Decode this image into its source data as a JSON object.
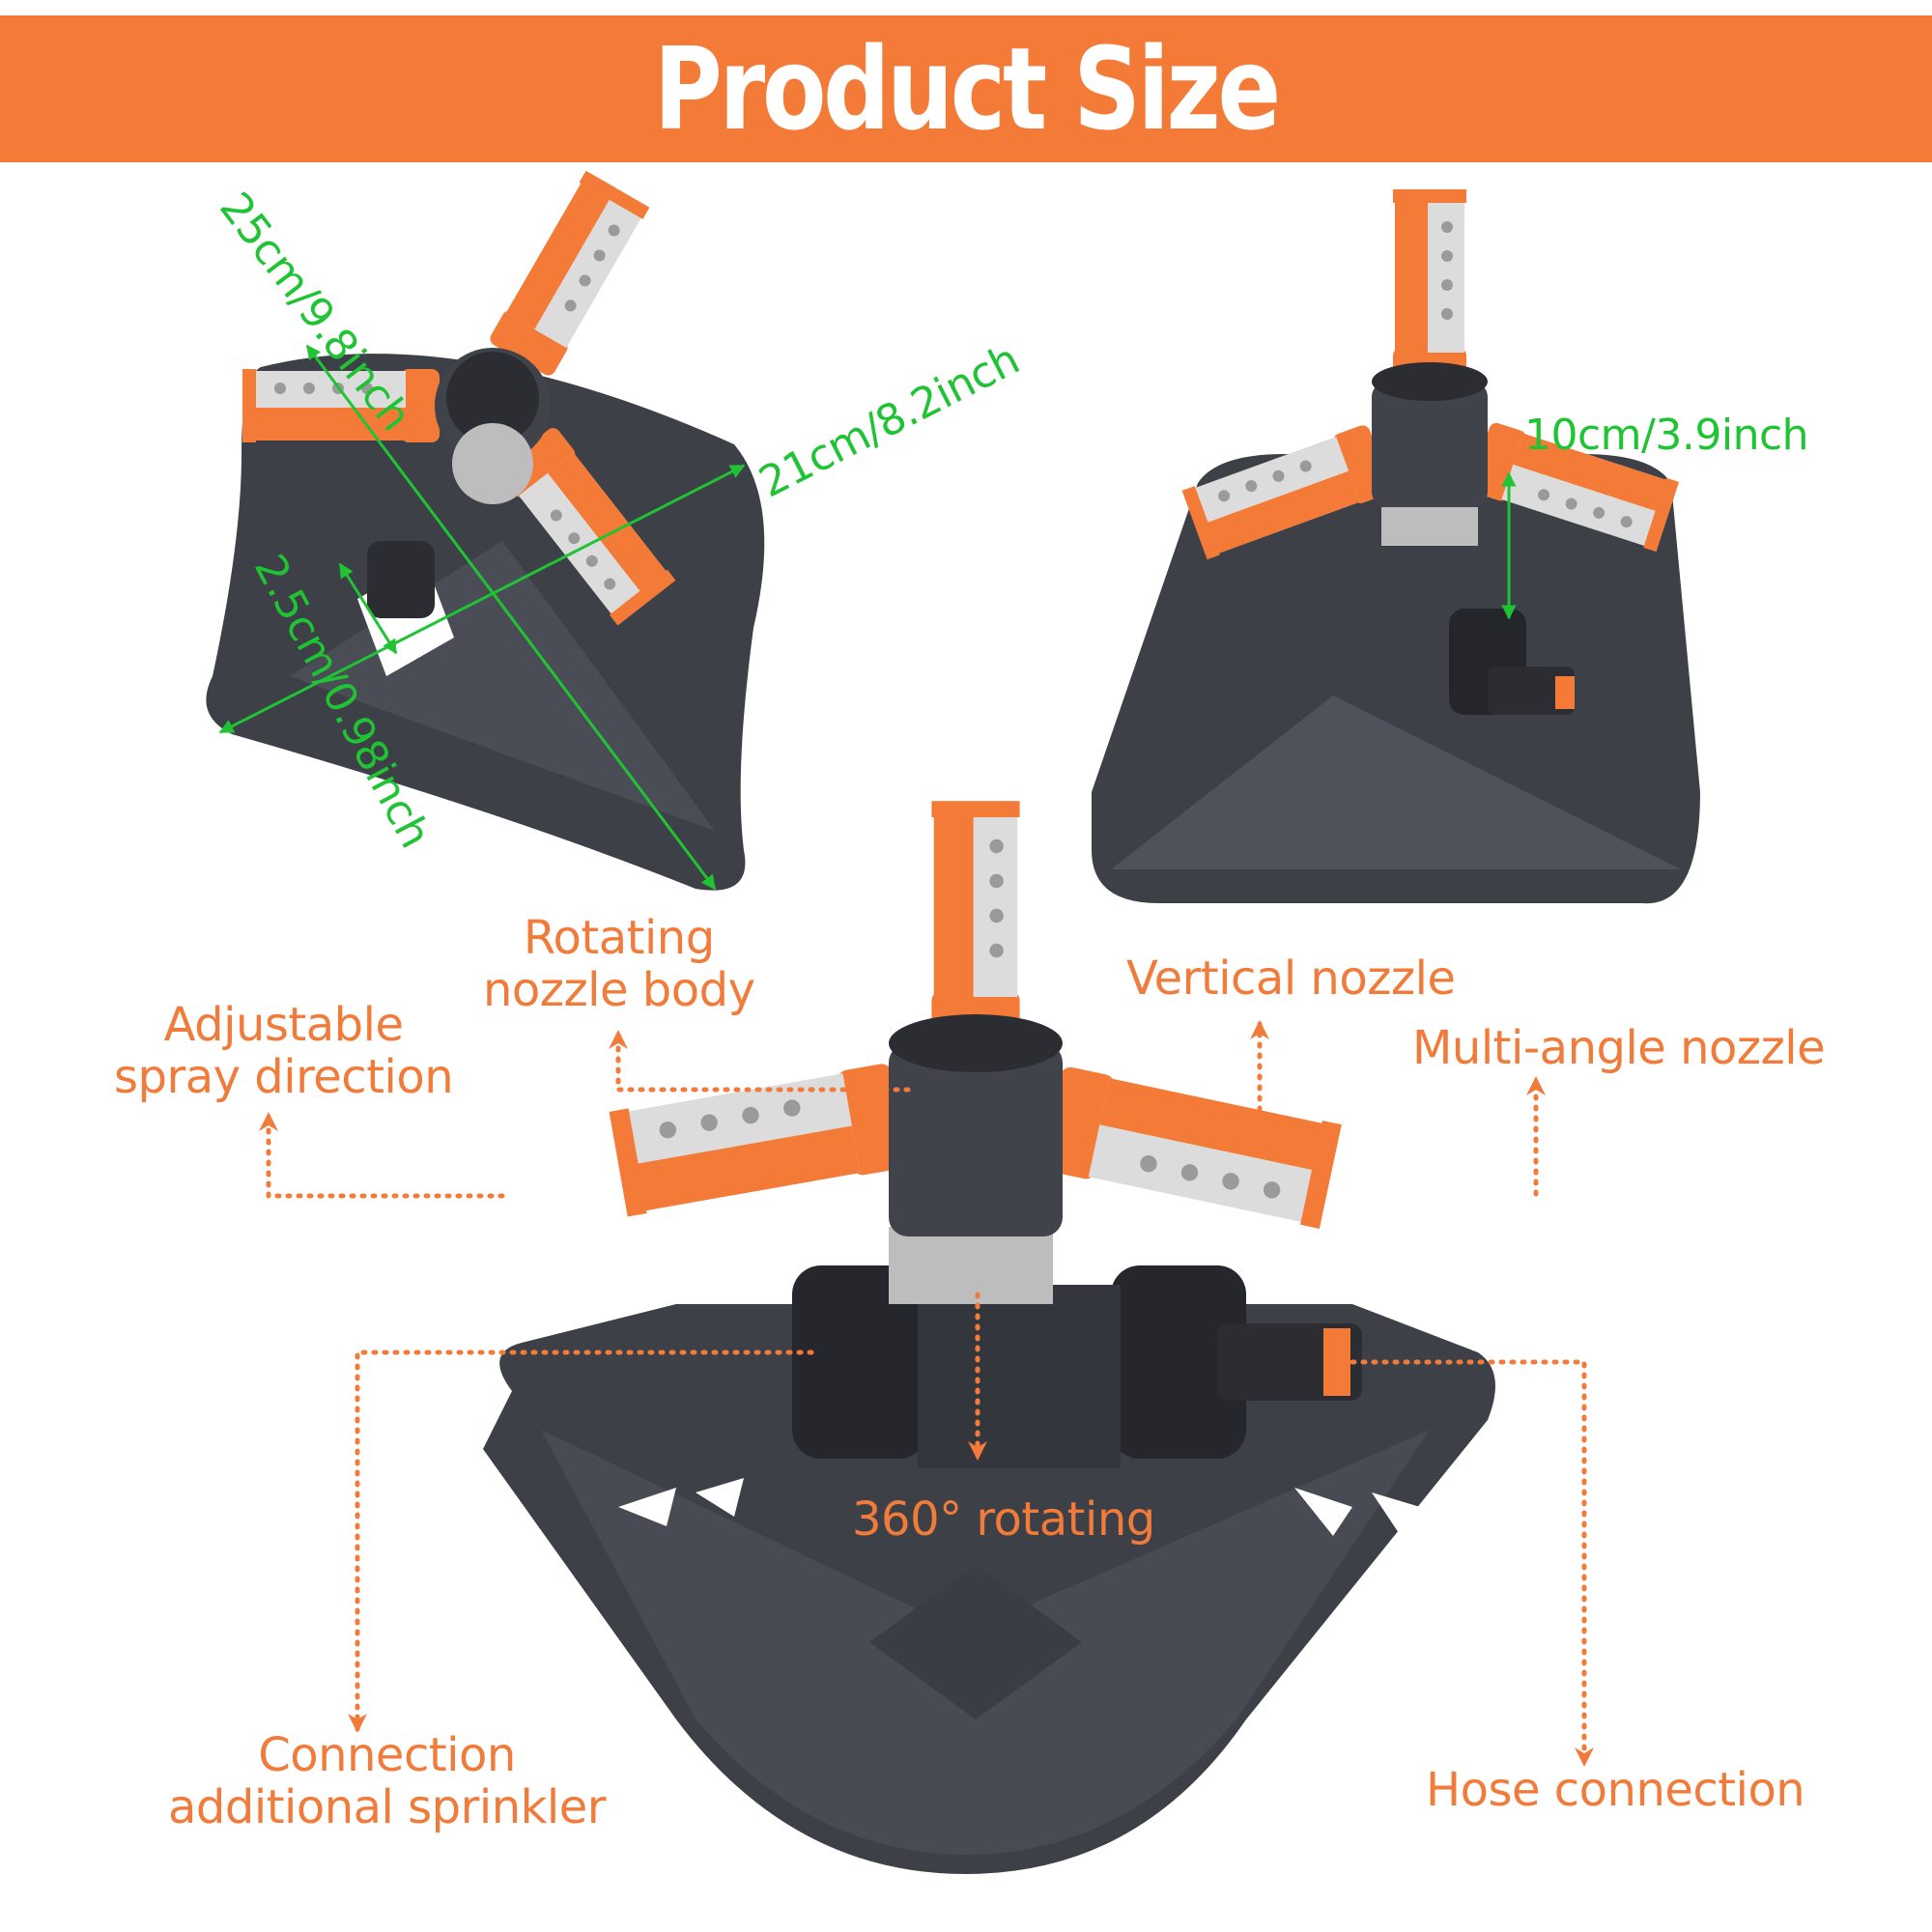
{
  "banner": {
    "title": "Product Size",
    "color": "#f47b37"
  },
  "dimensions": {
    "diagonal": "25cm/9.8inch",
    "width": "21cm/8.2inch",
    "height": "2.5cm/0.98inch",
    "nozzle_height": "10cm/3.9inch",
    "color": "#1fc334"
  },
  "features": {
    "rotating_body": "Rotating\nnozzle body",
    "adjustable_spray": "Adjustable\nspray direction",
    "vertical_nozzle": "Vertical nozzle",
    "multi_angle": "Multi-angle nozzle",
    "rotating_360": "360° rotating",
    "connection_additional": "Connection\nadditional sprinkler",
    "hose_connection": "Hose connection",
    "color": "#f07b3a"
  },
  "product": {
    "body_color": "#3d4047",
    "accent_color": "#f47b37",
    "nozzle_color": "#dcdcdc"
  }
}
